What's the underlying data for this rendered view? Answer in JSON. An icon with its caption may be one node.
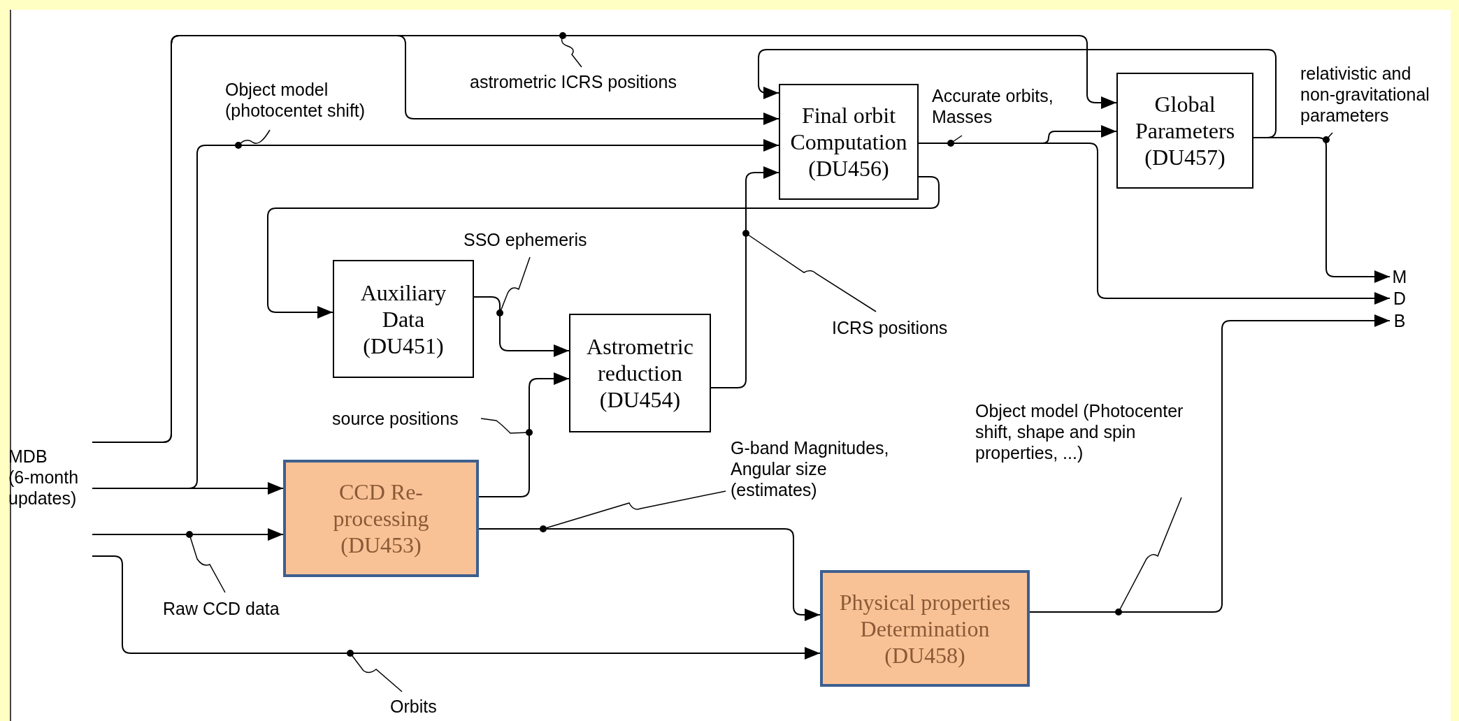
{
  "diagram": {
    "nodes": [
      {
        "text": [
          "Final orbit Computation",
          "(DU456)"
        ]
      },
      {
        "text": [
          "Global Parameters",
          "(DU457)"
        ]
      },
      {
        "text": [
          "Auxiliary Data",
          "(DU451)"
        ]
      },
      {
        "text": [
          "Astrometric reduction",
          "(DU454)"
        ]
      },
      {
        "text": [
          "CCD Re-processing",
          "(DU453)"
        ]
      },
      {
        "text": [
          "Physical properties Determination",
          "(DU458)"
        ]
      },
      {
        "text": [
          "MDB (6-month updates)"
        ]
      },
      {
        "text": [
          "M"
        ]
      },
      {
        "text": [
          "D"
        ]
      },
      {
        "text": [
          "B"
        ]
      }
    ],
    "edges": [
      {
        "from": 6,
        "to": 0,
        "arrow": "to",
        "label": "astrometric ICRS positions"
      },
      {
        "from": 6,
        "to": 1,
        "arrow": "to"
      },
      {
        "from": 6,
        "to": 4,
        "arrow": "to"
      },
      {
        "from": 6,
        "to": 0,
        "arrow": "to",
        "label": "Object model (photocentet shift)"
      },
      {
        "from": 6,
        "to": 4,
        "arrow": "to",
        "label": "Raw CCD data"
      },
      {
        "from": 6,
        "to": 5,
        "arrow": "to",
        "label": "Orbits"
      },
      {
        "from": 0,
        "to": 1,
        "arrow": "to",
        "label": "Accurate orbits, Masses"
      },
      {
        "from": 0,
        "to": 8,
        "arrow": "to"
      },
      {
        "from": 0,
        "to": 2,
        "arrow": "to"
      },
      {
        "from": 1,
        "to": 0,
        "arrow": "to"
      },
      {
        "from": 1,
        "to": 7,
        "arrow": "to",
        "label": "relativistic and non-gravitational parameters"
      },
      {
        "from": 2,
        "to": 3,
        "arrow": "to",
        "label": "SSO ephemeris"
      },
      {
        "from": 4,
        "to": 3,
        "arrow": "to",
        "label": "source positions"
      },
      {
        "from": 3,
        "to": 0,
        "arrow": "to",
        "label": "ICRS positions"
      },
      {
        "from": 4,
        "to": 5,
        "arrow": "to",
        "label": "G-band Magnitudes, Angular size (estimates)"
      },
      {
        "from": 5,
        "to": 9,
        "arrow": "to",
        "label": "Object model (Photocenter shift, shape and spin properties, ...)"
      }
    ]
  }
}
